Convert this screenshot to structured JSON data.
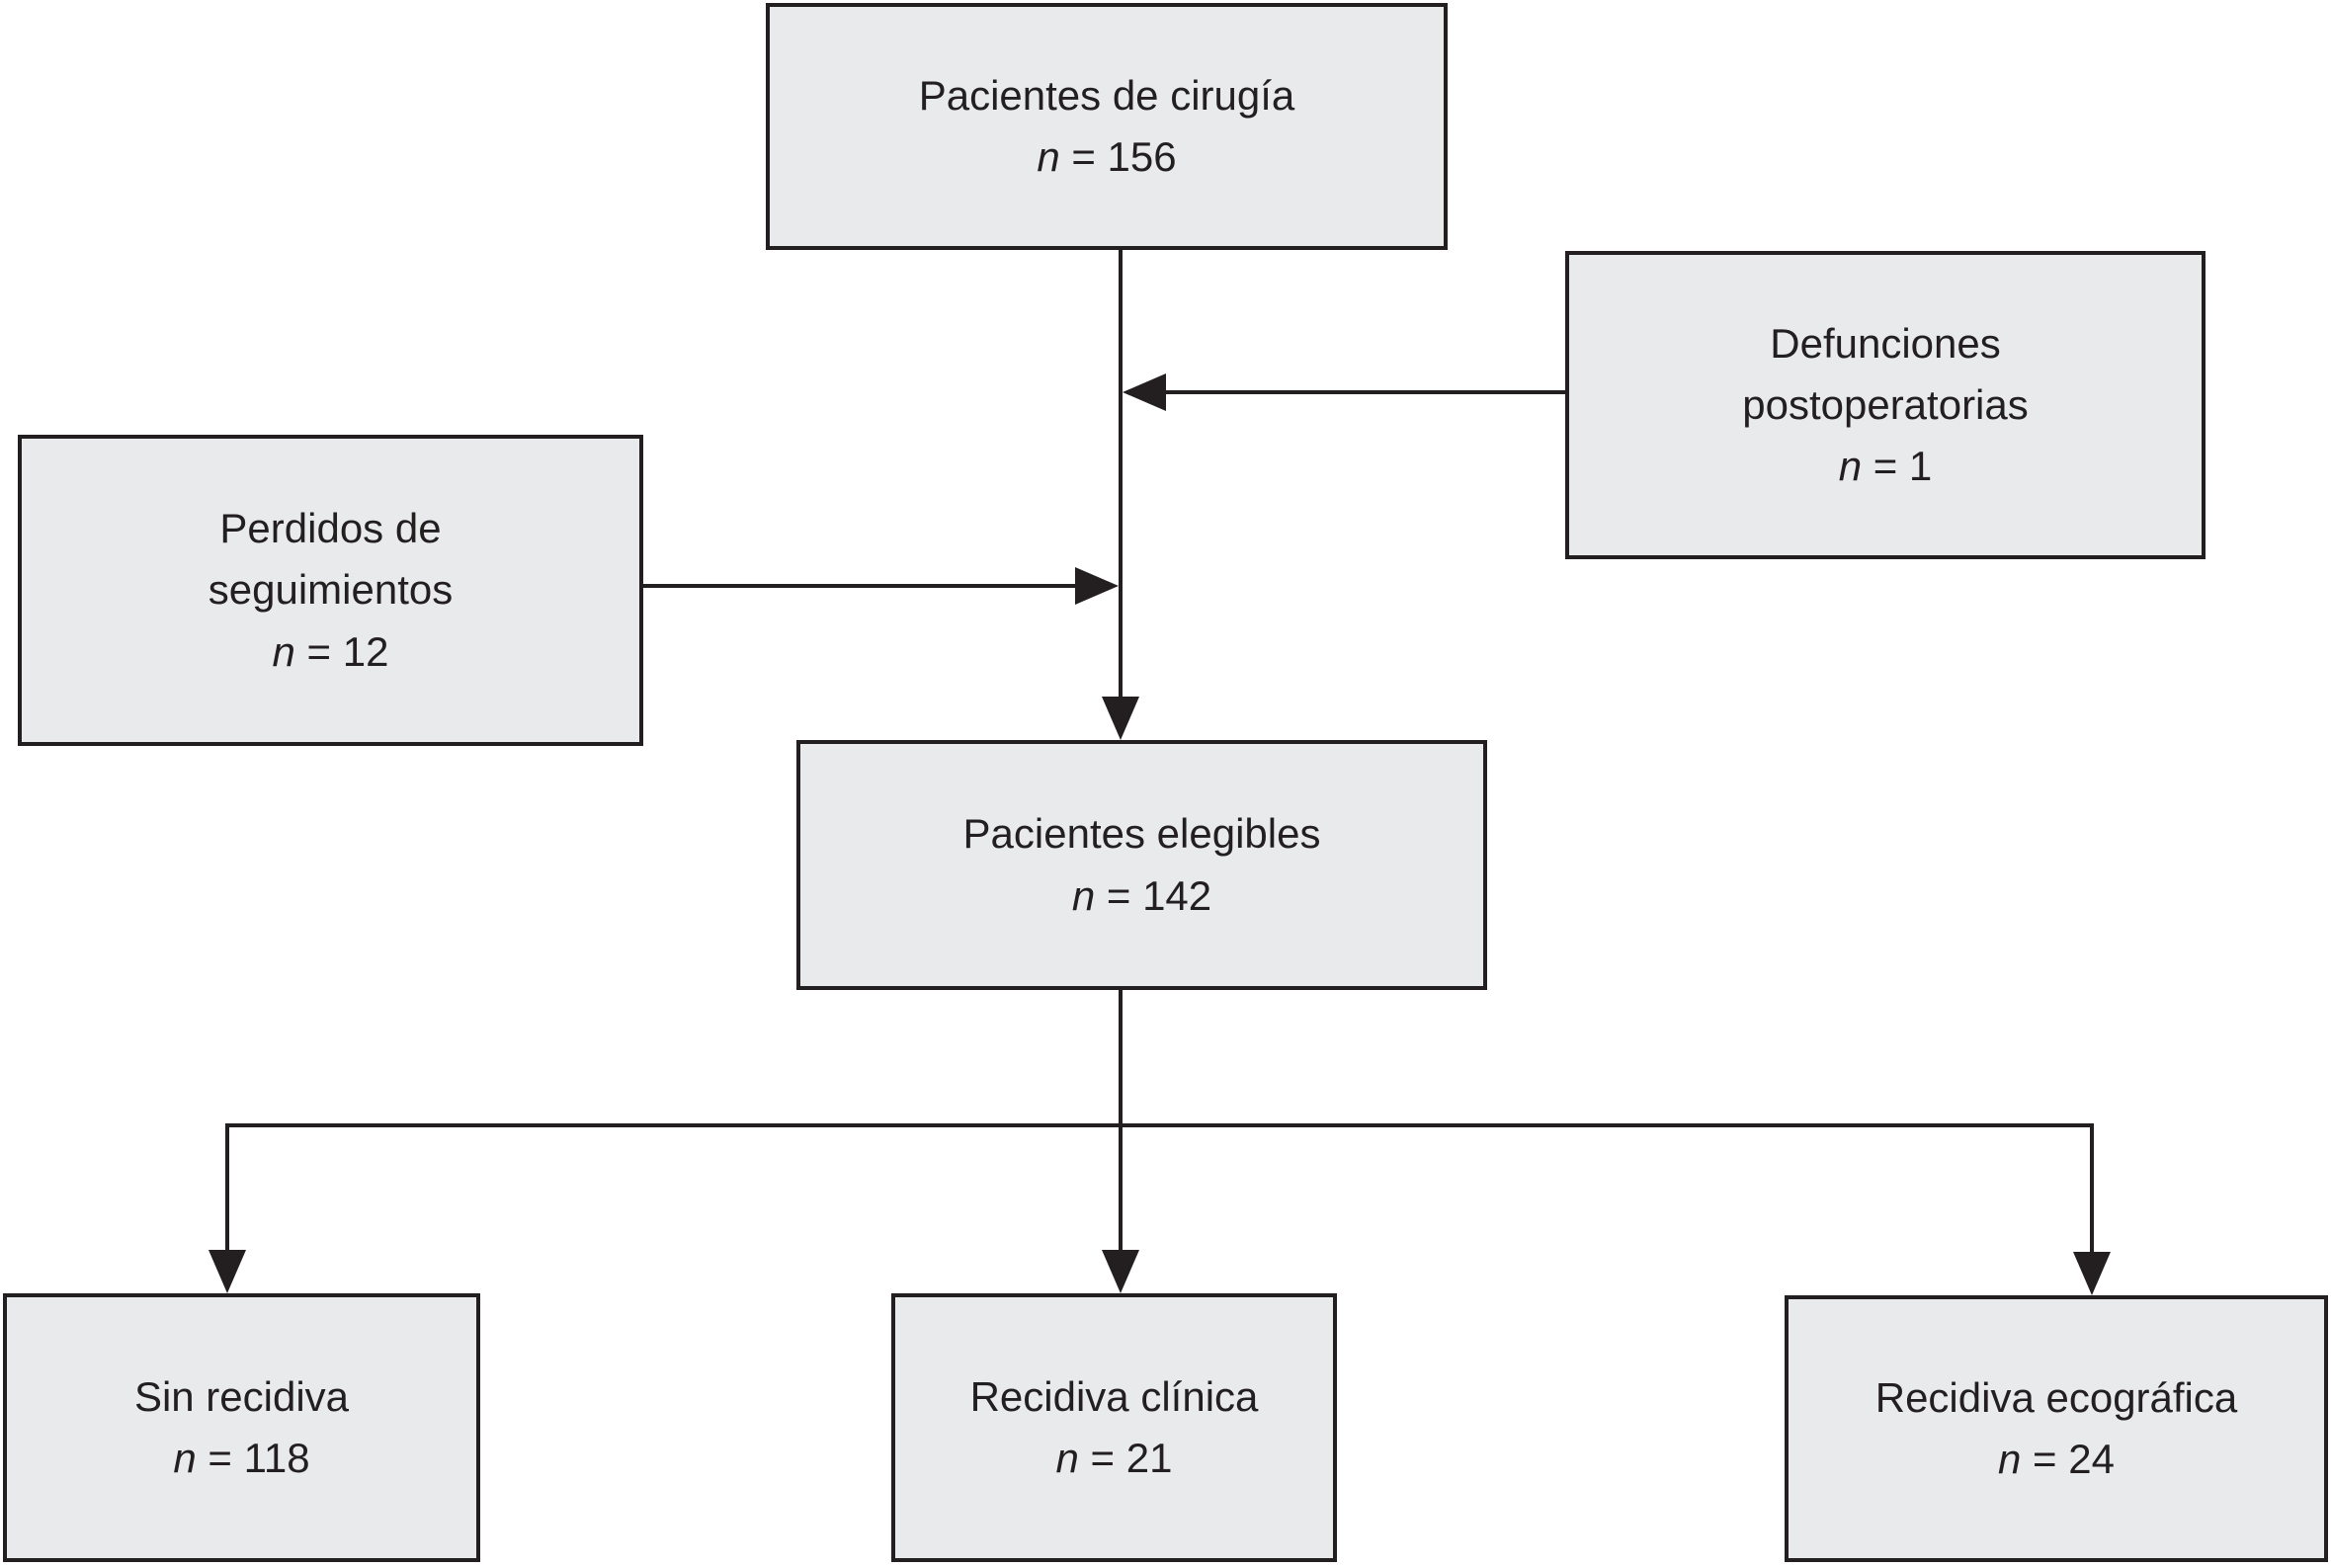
{
  "figure": {
    "kind": "patient-flow-diagram",
    "language": "es",
    "colors": {
      "background": "#ffffff",
      "box_fill": "#e8eaeb",
      "box_border": "#231f20",
      "line": "#231f20",
      "text": "#231f20"
    }
  },
  "boxes": {
    "surgery": {
      "title_lines": [
        "Pacientes de cirugía"
      ],
      "n_symbol": "n",
      "n_value": "= 156",
      "count": 156
    },
    "deaths": {
      "title_lines": [
        "Defunciones",
        "postoperatorias"
      ],
      "n_symbol": "n",
      "n_value": "= 1",
      "count": 1
    },
    "lost": {
      "title_lines": [
        "Perdidos de",
        "seguimientos"
      ],
      "n_symbol": "n",
      "n_value": "= 12",
      "count": 12
    },
    "eligible": {
      "title_lines": [
        "Pacientes elegibles"
      ],
      "n_symbol": "n",
      "n_value": "= 142",
      "count": 142
    },
    "no_recurrence": {
      "title_lines": [
        "Sin recidiva"
      ],
      "n_symbol": "n",
      "n_value": "= 118",
      "count": 118
    },
    "clinical_recurrence": {
      "title_lines": [
        "Recidiva clínica"
      ],
      "n_symbol": "n",
      "n_value": "= 21",
      "count": 21
    },
    "ultrasound_recurrence": {
      "title_lines": [
        "Recidiva ecográfica"
      ],
      "n_symbol": "n",
      "n_value": "= 24",
      "count": 24
    }
  }
}
